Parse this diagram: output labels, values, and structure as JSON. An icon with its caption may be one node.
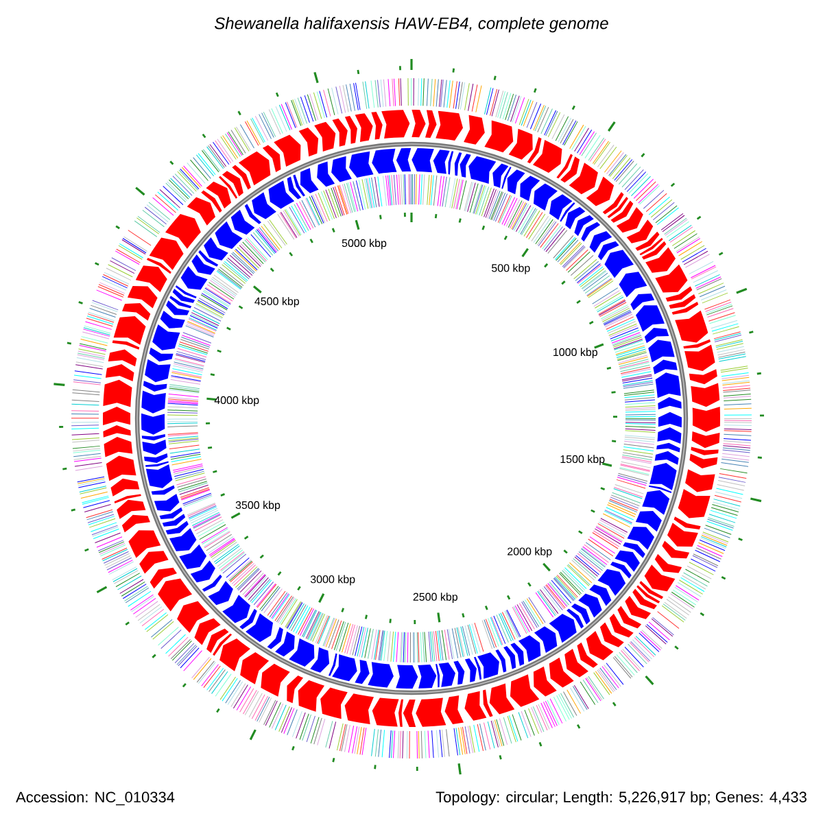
{
  "diagram": {
    "title": "Shewanella halifaxensis HAW-EB4, complete genome",
    "labels": [
      "5000 kbp",
      "500 kbp",
      "4500 kbp",
      "1000 kbp",
      "4000 kbp",
      "1500 kbp",
      "3500 kbp",
      "2000 kbp",
      "3000 kbp",
      "2500 kbp",
      "Accession: NC_010334",
      "Topology: circular; Length: 5,226,917 bp; Genes: 4,433"
    ]
  }
}
